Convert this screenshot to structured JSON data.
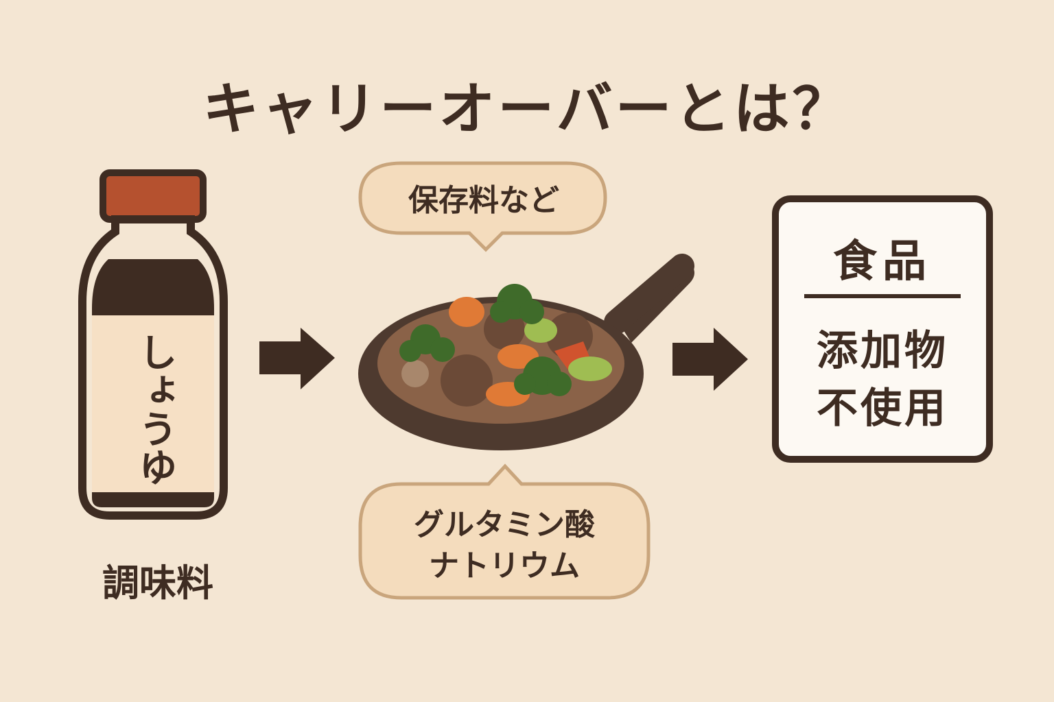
{
  "title": "キャリーオーバーとは？",
  "bottle": {
    "label": "しょうゆ",
    "caption": "調味料",
    "icon": "soy-sauce-bottle-icon"
  },
  "pan": {
    "icon": "frying-pan-icon",
    "top_bubble": "保存料など",
    "bottom_bubble_line1": "グルタミン酸",
    "bottom_bubble_line2": "ナトリウム"
  },
  "result": {
    "title": "食品",
    "line1": "添加物",
    "line2": "不使用"
  },
  "colors": {
    "background": "#f4e6d3",
    "dark_brown": "#3e2c22",
    "cap_red": "#b5512f",
    "bubble_fill": "#f4dcbd",
    "bubble_border": "#c9a57c",
    "label_fill": "#f6e0c5",
    "result_fill": "#fdf9f3",
    "broccoli": "#3f6b2a",
    "carrot": "#e07a36",
    "meat": "#6b4a37",
    "sauce": "#8a6248"
  }
}
